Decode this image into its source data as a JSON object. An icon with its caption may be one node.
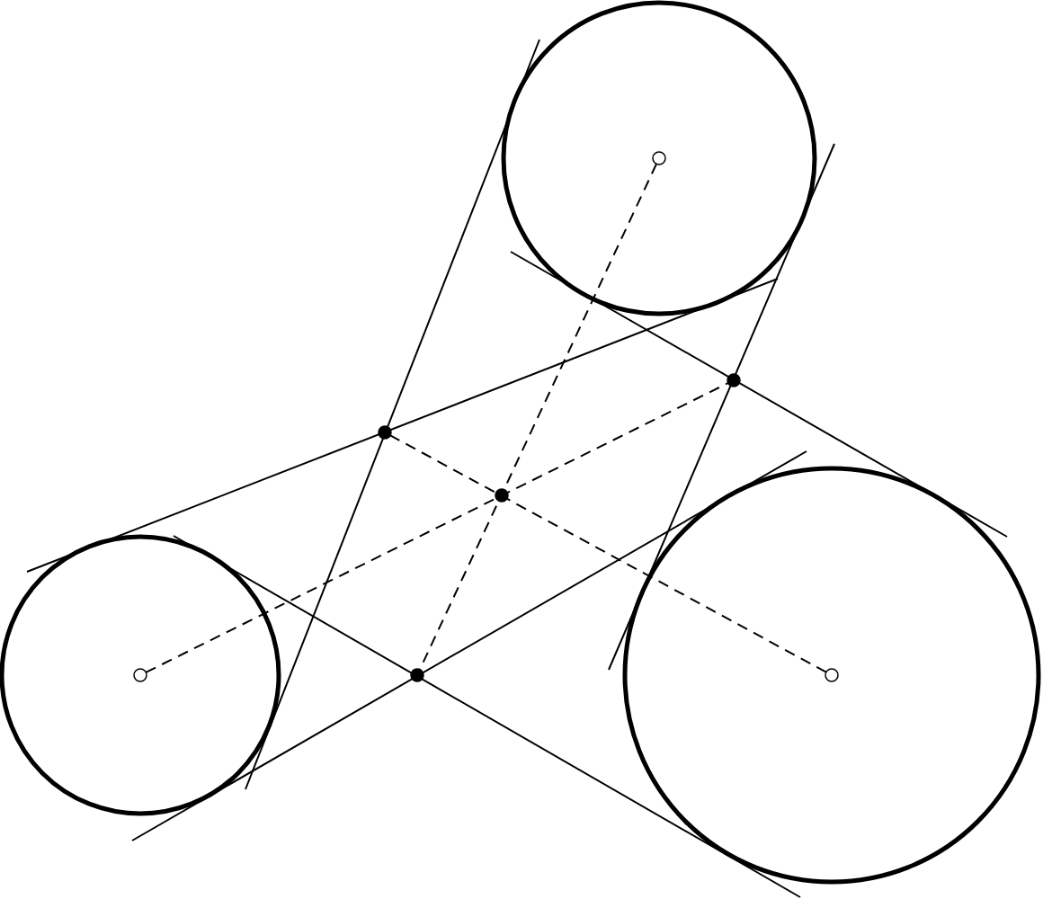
{
  "diagram": {
    "nodes": [
      {
        "text": [],
        "shape": "circle"
      },
      {
        "text": [],
        "shape": "circle",
        "in": 0
      },
      {
        "text": [],
        "shape": "dot"
      },
      {
        "text": [],
        "shape": "dot"
      },
      {
        "text": [],
        "shape": "dot"
      },
      {
        "text": [],
        "shape": "circle"
      },
      {
        "text": [],
        "shape": "circle",
        "in": 5
      },
      {
        "text": [],
        "shape": "circle"
      },
      {
        "text": [],
        "shape": "circle",
        "in": 7
      },
      {
        "text": [],
        "shape": "dot"
      }
    ],
    "edges": [
      {
        "from": 1,
        "to": 9,
        "arrow": "none",
        "style": "dashed"
      },
      {
        "from": 6,
        "to": 2,
        "arrow": "none",
        "style": "dashed"
      },
      {
        "from": 8,
        "to": 3,
        "arrow": "none",
        "style": "dashed"
      }
    ]
  }
}
